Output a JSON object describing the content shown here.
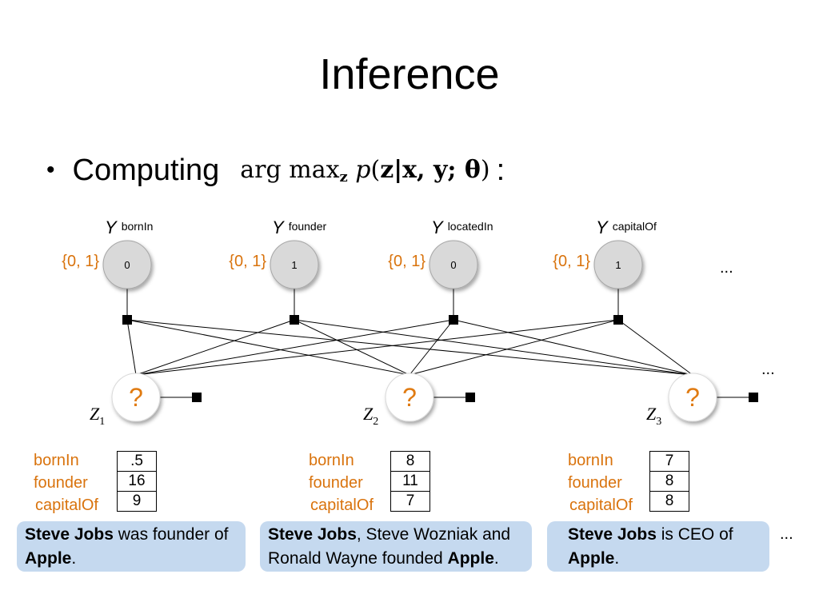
{
  "title": "Inference",
  "bullet": {
    "text": "Computing",
    "formula_op": "arg max",
    "formula_sub": "z",
    "formula_p": "p",
    "formula_args": "z|x, y; θ",
    "colon": ":"
  },
  "y_nodes": [
    {
      "prefix": "Y",
      "relation": "bornIn",
      "domain": "{0, 1}",
      "value": "0"
    },
    {
      "prefix": "Y",
      "relation": "founder",
      "domain": "{0, 1}",
      "value": "1"
    },
    {
      "prefix": "Y",
      "relation": "locatedIn",
      "domain": "{0, 1}",
      "value": "0"
    },
    {
      "prefix": "Y",
      "relation": "capitalOf",
      "domain": "{0, 1}",
      "value": "1"
    }
  ],
  "z_nodes": [
    {
      "symbol": "?",
      "name": "Z",
      "index": "1"
    },
    {
      "symbol": "?",
      "name": "Z",
      "index": "2"
    },
    {
      "symbol": "?",
      "name": "Z",
      "index": "3"
    }
  ],
  "ellipsis": "...",
  "score_tables": [
    {
      "labels": [
        "bornIn",
        "founder",
        "capitalOf"
      ],
      "values": [
        ".5",
        "16",
        "9"
      ]
    },
    {
      "labels": [
        "bornIn",
        "founder",
        "capitalOf"
      ],
      "values": [
        "8",
        "11",
        "7"
      ]
    },
    {
      "labels": [
        "bornIn",
        "founder",
        "capitalOf"
      ],
      "values": [
        "7",
        "8",
        "8"
      ]
    }
  ],
  "sentences": [
    {
      "b1": "Steve Jobs",
      "t1": " was founder of ",
      "b2": "Apple",
      "t2": "."
    },
    {
      "b1": "Steve Jobs",
      "t1": ", Steve Wozniak and Ronald Wayne founded ",
      "b2": "Apple",
      "t2": "."
    },
    {
      "b1": "Steve Jobs",
      "t1": " is CEO of ",
      "b2": "Apple",
      "t2": "."
    }
  ],
  "colors": {
    "accent": "#d9730d",
    "sentence_bg": "#c5d9ef",
    "y_node_fill": "#d9d9d9"
  }
}
